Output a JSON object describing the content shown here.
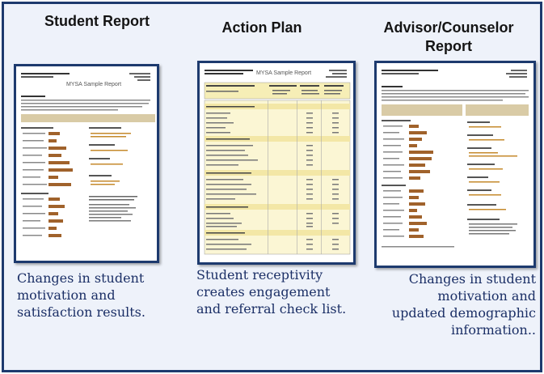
{
  "columns": [
    {
      "title": "Student Report",
      "document_title": "MYSA Sample Report",
      "caption": "Changes in student motivation and satisfaction results."
    },
    {
      "title": "Action Plan",
      "document_title": "MYSA Sample Report",
      "caption": "Student receptivity creates engagement and referral check list."
    },
    {
      "title": "Advisor/Counselor Report",
      "document_title": "",
      "caption": "Changes in student motivation and updated demographic information.."
    }
  ],
  "colors": {
    "frame_border": "#1d3a6e",
    "background": "#eef2fa",
    "caption_text": "#1b2f66",
    "bar_fill": "#a0622b",
    "row_highlight": "#f6eeb6"
  }
}
